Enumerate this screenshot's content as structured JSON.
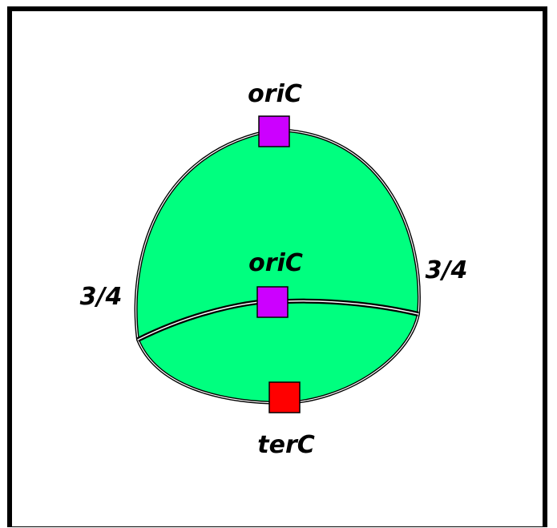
{
  "labels": {
    "top_origin": "oriC",
    "center_origin": "oriC",
    "terminus": "terC",
    "left_fork": "3/4",
    "right_fork": "3/4"
  },
  "colors": {
    "chromosome_fill": "#00FF7F",
    "origin_marker": "#CC00FF",
    "terminus_marker": "#FF0000",
    "outline": "#000000"
  }
}
